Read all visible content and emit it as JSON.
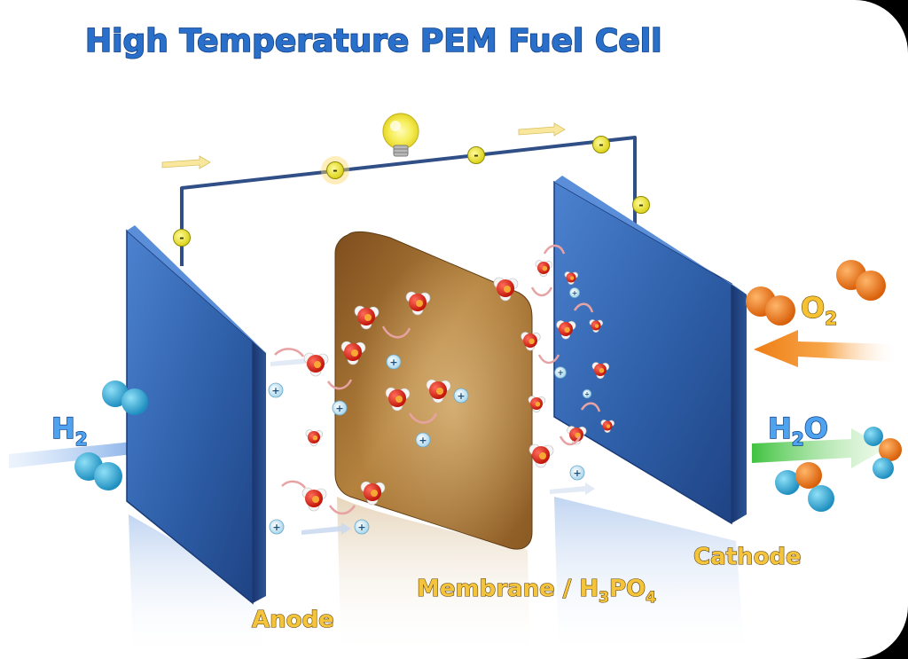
{
  "title": "High Temperature PEM Fuel Cell",
  "inputs": {
    "hydrogen": {
      "base": "H",
      "sub": "2"
    },
    "oxygen": {
      "base": "O",
      "sub": "2"
    }
  },
  "outputs": {
    "water": {
      "base1": "H",
      "sub": "2",
      "base2": "O"
    }
  },
  "labels": {
    "anode": "Anode",
    "cathode": "Cathode",
    "membrane_prefix": "Membrane / H",
    "membrane_sub1": "3",
    "membrane_mid": "PO",
    "membrane_sub2": "4"
  },
  "symbols": {
    "electron": "-",
    "proton": "+"
  },
  "colors": {
    "title": "#2a6fc9",
    "electrode": "#2f5fa6",
    "membrane": "#a06b2c",
    "electron": "#f3ef2a",
    "hydrogen_atom": "#3fb2d9",
    "oxygen_atom": "#f07c12",
    "label": "#f4c43c"
  },
  "icons": [
    "light-bulb-icon",
    "flow-arrow-icon"
  ]
}
